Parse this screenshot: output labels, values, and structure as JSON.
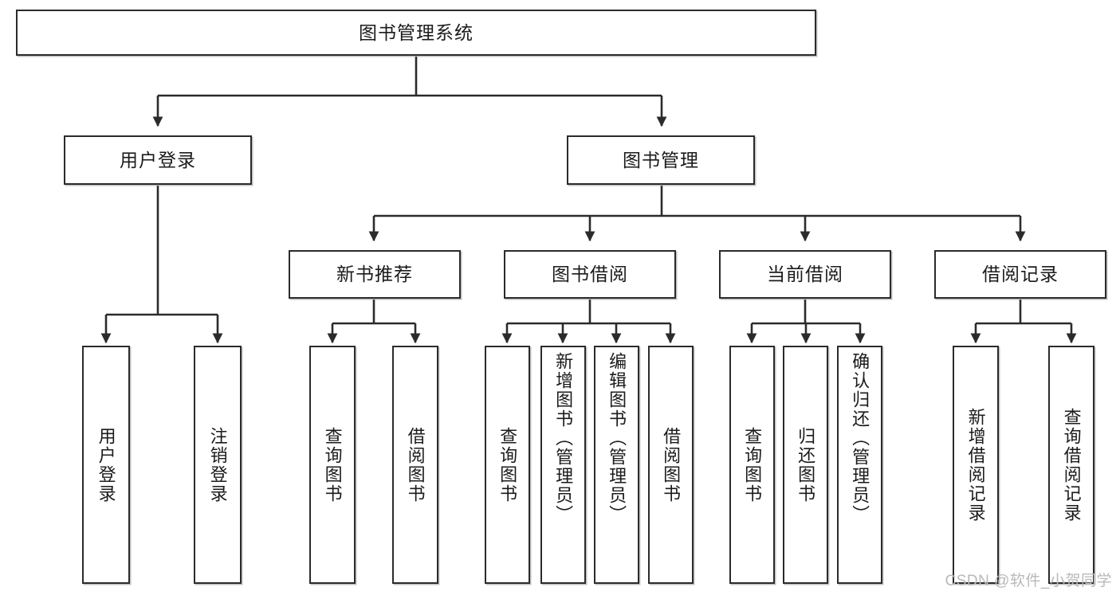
{
  "diagram": {
    "title": "图书管理系统",
    "type": "tree-hierarchy-diagram",
    "colors": {
      "stroke": "#2b2b2b",
      "fill": "#ffffff",
      "text": "#1b1b1b",
      "watermark": "#b9b9b9"
    },
    "root": {
      "label": "图书管理系统"
    },
    "level2": [
      {
        "label": "用户登录"
      },
      {
        "label": "图书管理"
      }
    ],
    "level3": [
      {
        "label": "新书推荐"
      },
      {
        "label": "图书借阅"
      },
      {
        "label": "当前借阅"
      },
      {
        "label": "借阅记录"
      }
    ],
    "leaves": {
      "user_login": [
        {
          "label": "用户登录"
        },
        {
          "label": "注销登录"
        }
      ],
      "new_book_recommend": [
        {
          "label": "查询图书"
        },
        {
          "label": "借阅图书"
        }
      ],
      "book_borrow": [
        {
          "label": "查询图书"
        },
        {
          "label": "新增图书（管理员）"
        },
        {
          "label": "编辑图书（管理员）"
        },
        {
          "label": "借阅图书"
        }
      ],
      "current_borrow": [
        {
          "label": "查询图书"
        },
        {
          "label": "归还图书"
        },
        {
          "label": "确认归还（管理员）"
        }
      ],
      "borrow_record": [
        {
          "label": "新增借阅记录"
        },
        {
          "label": "查询借阅记录"
        }
      ]
    }
  },
  "watermark": {
    "text": "CSDN @软件_小贺同学"
  }
}
